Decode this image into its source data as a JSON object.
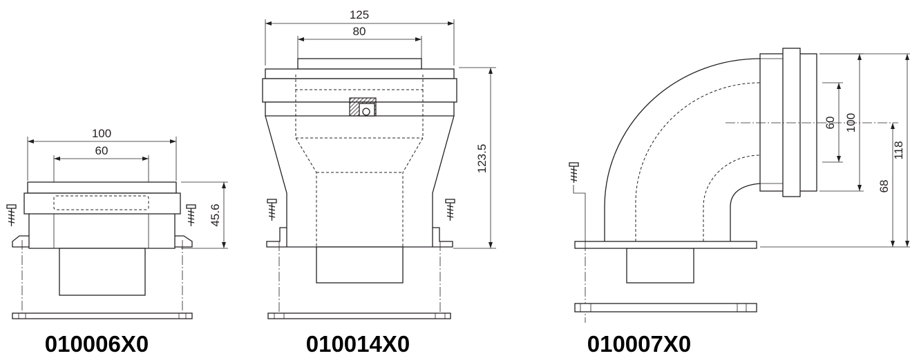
{
  "colors": {
    "line": "#231f20",
    "background": "#ffffff",
    "label": "#000000"
  },
  "parts": [
    {
      "code": "010006X0",
      "dimensions": {
        "outer_width": "100",
        "inner_width": "60",
        "height": "45.6"
      }
    },
    {
      "code": "010014X0",
      "dimensions": {
        "outer_width": "125",
        "inner_width": "80",
        "height": "123.5"
      }
    },
    {
      "code": "010007X0",
      "dimensions": {
        "inner_diameter": "60",
        "outer_diameter": "100",
        "axis_height": "68",
        "total_height": "118"
      }
    }
  ]
}
